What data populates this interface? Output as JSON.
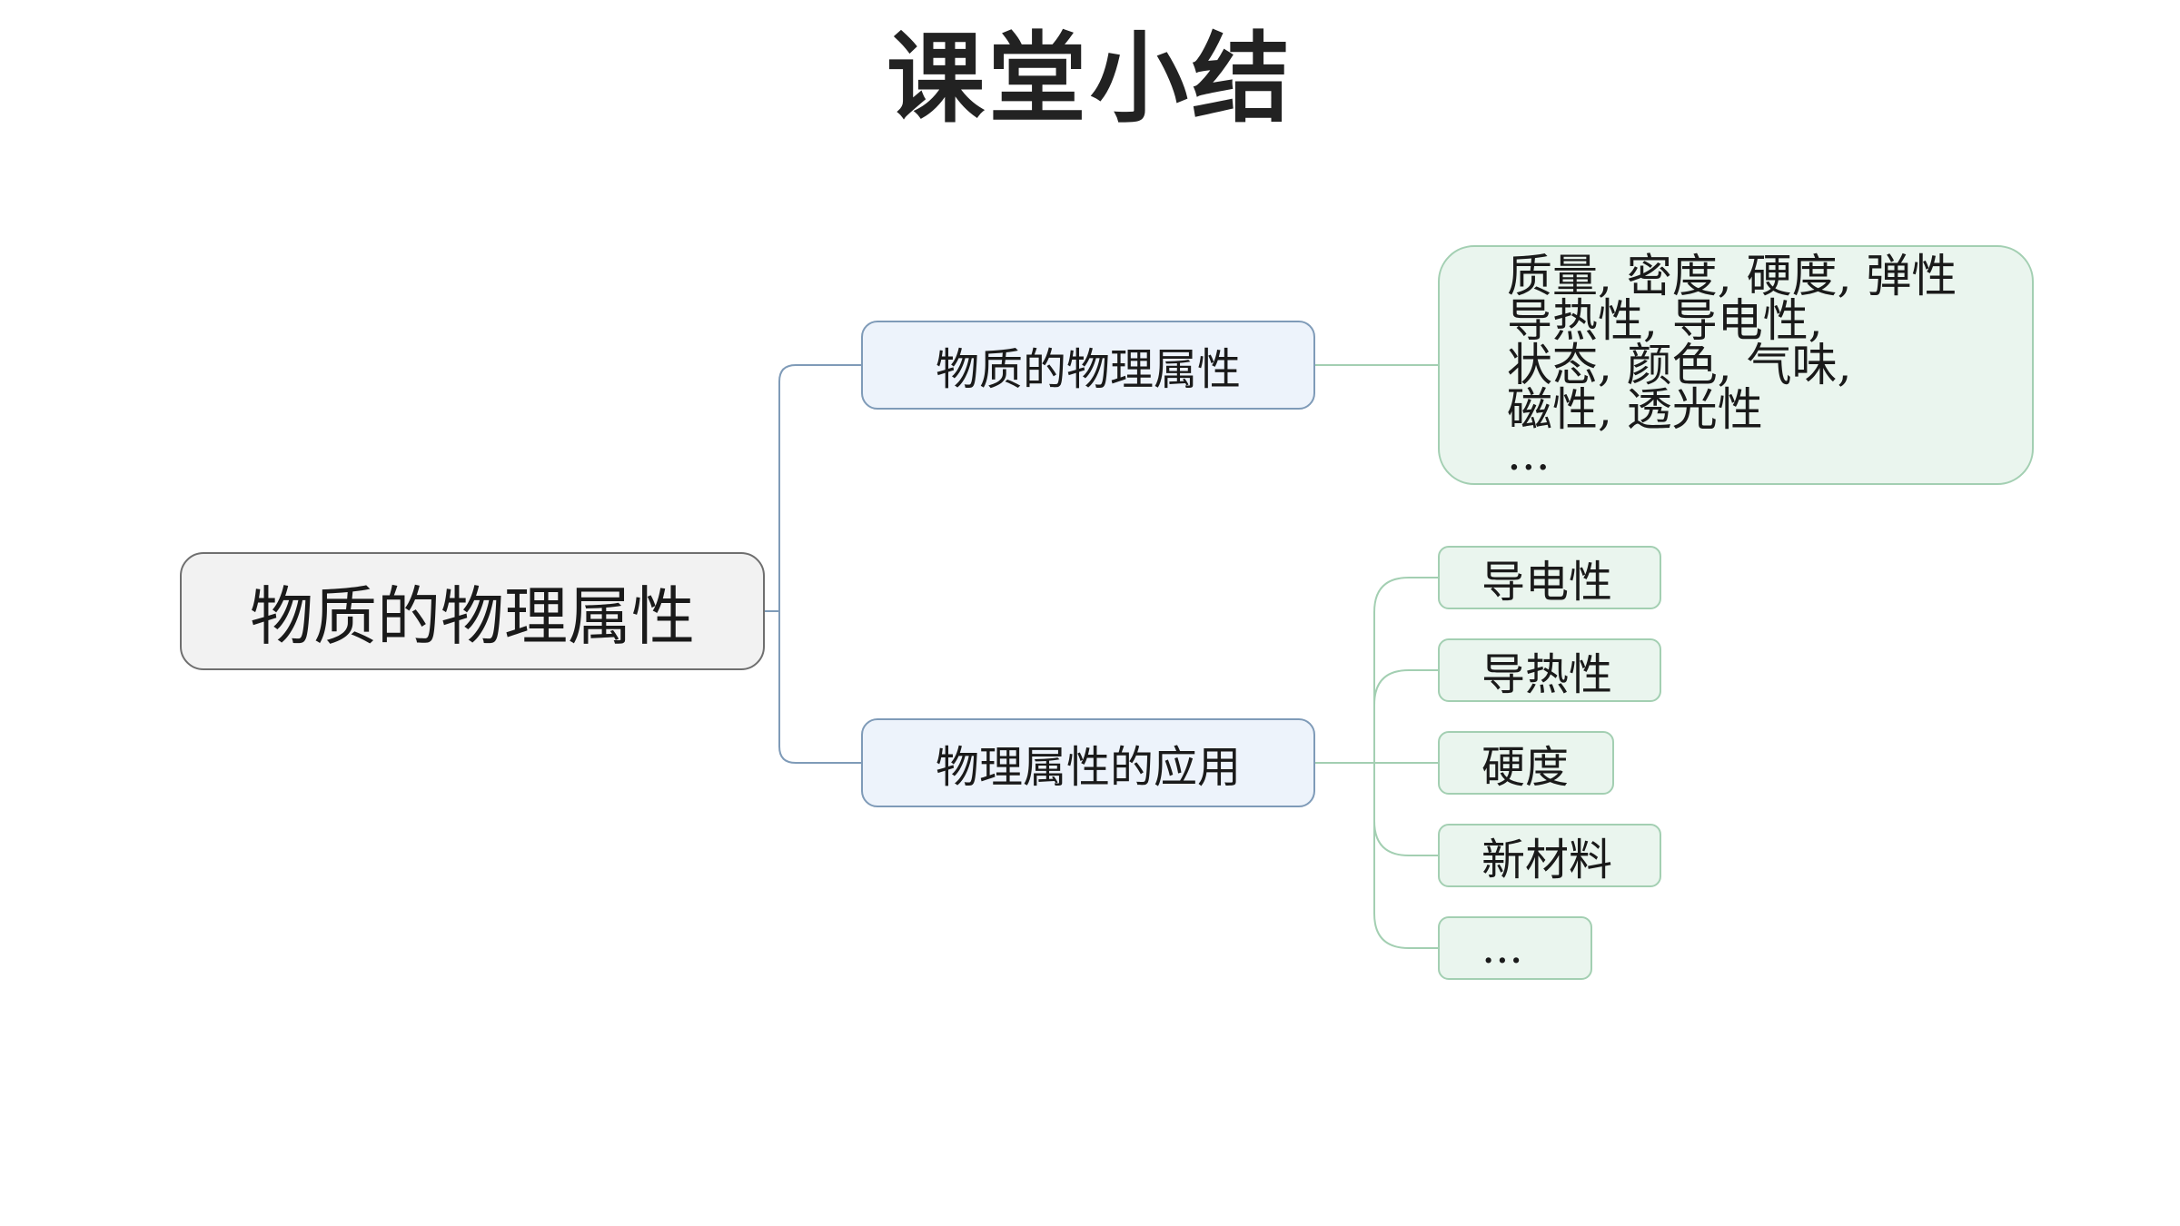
{
  "title": "课堂小结",
  "mindmap": {
    "root": "物质的物理属性",
    "branches": [
      {
        "label": "物质的物理属性",
        "children": [
          {
            "lines": [
              "质量, 密度, 硬度, 弹性",
              "导热性, 导电性,",
              "状态, 颜色, 气味,",
              "磁性, 透光性",
              "..."
            ]
          }
        ]
      },
      {
        "label": "物理属性的应用",
        "children": [
          "导电性",
          "导热性",
          "硬度",
          "新材料",
          "..."
        ]
      }
    ]
  },
  "colors": {
    "root_fill": "#f2f2f2",
    "branch_fill": "#edf3fb",
    "leaf_fill": "#eaf5ee",
    "branch_line": "#7f9bb8",
    "leaf_line": "#a3cfb2"
  }
}
